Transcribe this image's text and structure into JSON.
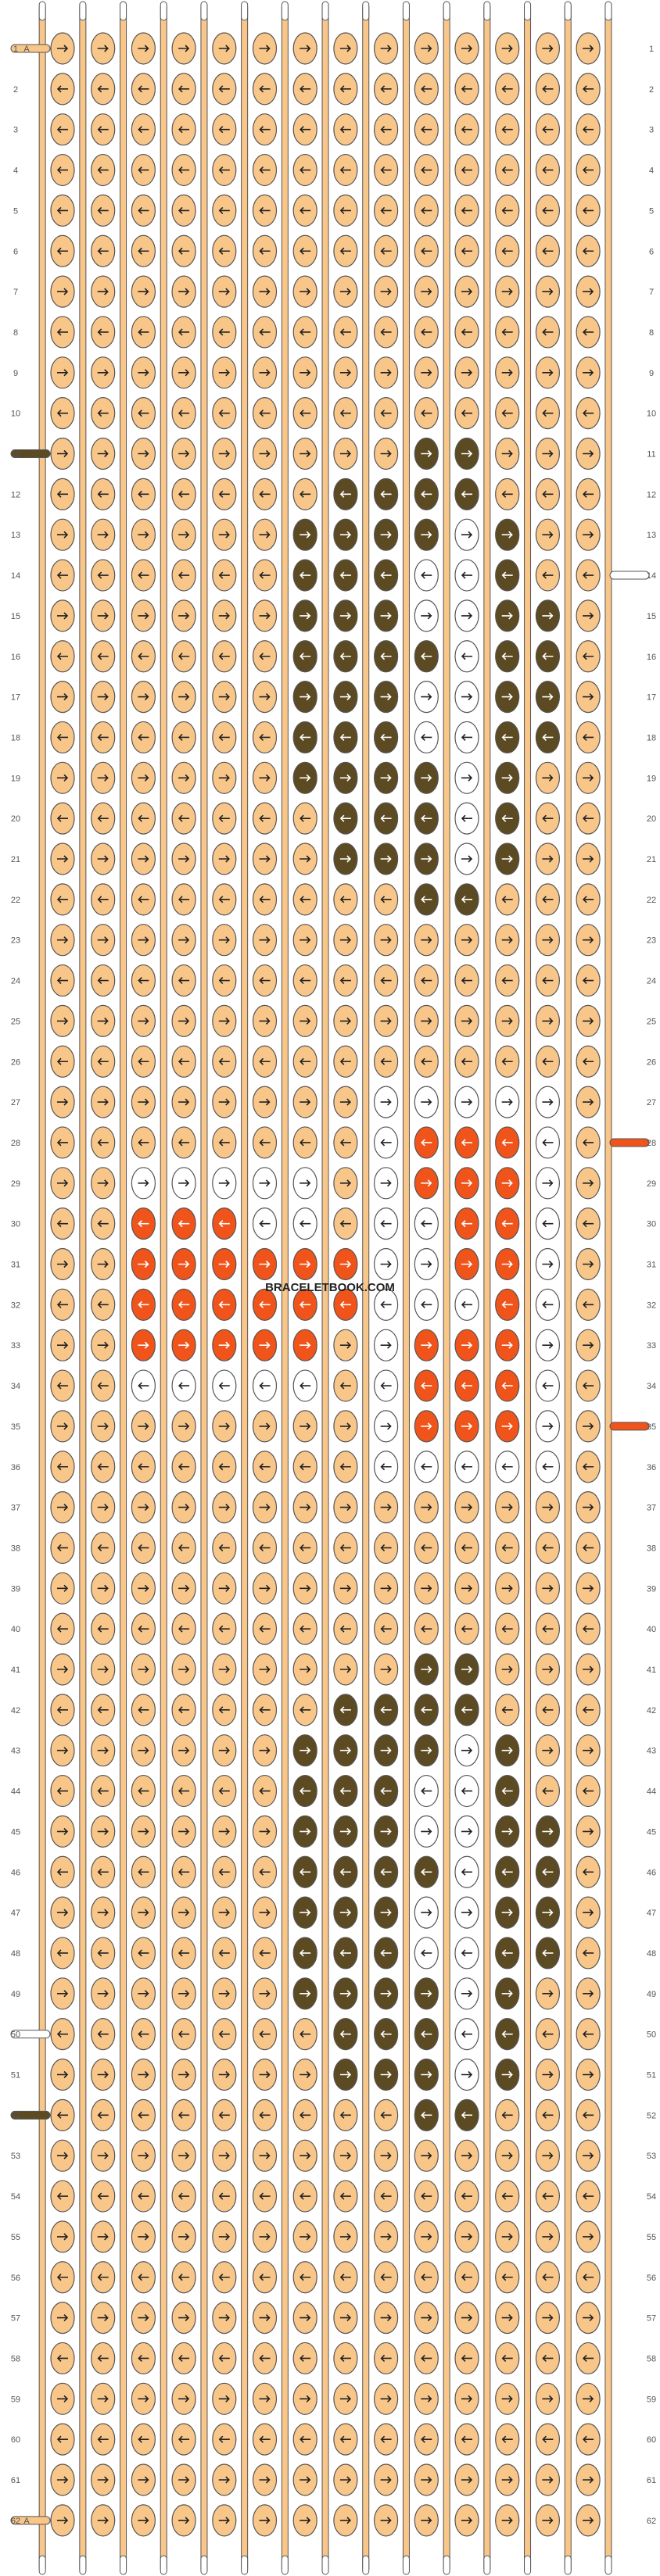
{
  "watermark": "BRACELETBOOK.COM",
  "pattern": {
    "rows": 62,
    "columns": 14,
    "strings": 15,
    "row_labels": [
      "1",
      "2",
      "3",
      "4",
      "5",
      "6",
      "7",
      "8",
      "9",
      "10",
      "11",
      "12",
      "13",
      "14",
      "15",
      "16",
      "17",
      "18",
      "19",
      "20",
      "21",
      "22",
      "23",
      "24",
      "25",
      "26",
      "27",
      "28",
      "29",
      "30",
      "31",
      "32",
      "33",
      "34",
      "35",
      "36",
      "37",
      "38",
      "39",
      "40",
      "41",
      "42",
      "43",
      "44",
      "45",
      "46",
      "47",
      "48",
      "49",
      "50",
      "51",
      "52",
      "53",
      "54",
      "55",
      "56",
      "57",
      "58",
      "59",
      "60",
      "61",
      "62"
    ],
    "string_labels_left": {
      "row_1": "A",
      "row_62": "A"
    },
    "colors": {
      "background_string": "#f9c68a",
      "dark_brown": "#5c4a22",
      "white": "#ffffff",
      "orange": "#f0541a",
      "outline": "#555555"
    },
    "knot_grid_legend": "0 = peach, 1 = dark brown, 2 = white, 3 = orange",
    "knot_colors": [
      "00000000000000",
      "00000000000000",
      "00000000000000",
      "00000000000000",
      "00000000000000",
      "00000000000000",
      "00000000000000",
      "00000000000000",
      "00000000000000",
      "00000000000000",
      "00000000011000",
      "00000001111000",
      "00000011112100",
      "00000011122100",
      "00000011122110",
      "00000011112110",
      "00000011122110",
      "00000011122110",
      "00000011112100",
      "00000001112100",
      "00000001112100",
      "00000000011000",
      "00000000000000",
      "00000000000000",
      "00000000000000",
      "00000000000000",
      "00000000222220",
      "00000000233320",
      "00222220233320",
      "00333220223320",
      "00333333223320",
      "00333333222320",
      "00333330233320",
      "00222220233320",
      "00000000233320",
      "00000000222220",
      "00000000000000",
      "00000000000000",
      "00000000000000",
      "00000000000000",
      "00000000011000",
      "00000001111000",
      "00000011112100",
      "00000011122100",
      "00000011122110",
      "00000011112110",
      "00000011122110",
      "00000011122110",
      "00000011112100",
      "00000001112100",
      "00000001112100",
      "00000000011000",
      "00000000000000",
      "00000000000000",
      "00000000000000",
      "00000000000000",
      "00000000000000",
      "00000000000000",
      "00000000000000",
      "00000000000000",
      "00000000000000",
      "00000000000000"
    ],
    "knot_directions": [
      "RRRRRRRRRRRRRR",
      "LLLLLLLLLLLLLL",
      "LLLLLLLLLLLLLL",
      "LLLLLLLLLLLLLL",
      "LLLLLLLLLLLLLL",
      "LLLLLLLLLLLLLL",
      "RRRRRRRRRRRRRR",
      "LLLLLLLLLLLLLL",
      "RRRRRRRRRRRRRR",
      "LLLLLLLLLLLLLL",
      "RRRRRRRRRRRRRR",
      "LLLLLLLLLLLLLL",
      "RRRRRRRRRRRRRR",
      "LLLLLLLLLLLLLL",
      "RRRRRRRRRRRRRR",
      "LLLLLLLLLLLLLL",
      "RRRRRRRRRRRRRR",
      "LLLLLLLLLLLLLL",
      "RRRRRRRRRRRRRR",
      "LLLLLLLLLLLLLL",
      "RRRRRRRRRRRRRR",
      "LLLLLLLLLLLLLL",
      "RRRRRRRRRRRRRR",
      "LLLLLLLLLLLLLL",
      "RRRRRRRRRRRRRR",
      "LLLLLLLLLLLLLL",
      "RRRRRRRRRRRRRR",
      "LLLLLLLLLLLLLL",
      "RRRRRRRRRRRRRR",
      "LLLLLLLLLLLLLL",
      "RRRRRRRRRRRRRR",
      "LLLLLLLLLLLLLL",
      "RRRRRRRRRRRRRR",
      "LLLLLLLLLLLLLL",
      "RRRRRRRRRRRRRR",
      "LLLLLLLLLLLLLL",
      "RRRRRRRRRRRRRR",
      "LLLLLLLLLLLLLL",
      "RRRRRRRRRRRRRR",
      "LLLLLLLLLLLLLL",
      "RRRRRRRRRRRRRR",
      "LLLLLLLLLLLLLL",
      "RRRRRRRRRRRRRR",
      "LLLLLLLLLLLLLL",
      "RRRRRRRRRRRRRR",
      "LLLLLLLLLLLLLL",
      "RRRRRRRRRRRRRR",
      "LLLLLLLLLLLLLL",
      "RRRRRRRRRRRRRR",
      "LLLLLLLLLLLLLL",
      "RRRRRRRRRRRRRR",
      "LLLLLLLLLLLLLL",
      "RRRRRRRRRRRRRR",
      "LLLLLLLLLLLLLL",
      "RRRRRRRRRRRRRR",
      "LLLLLLLLLLLLLL",
      "RRRRRRRRRRRRRR",
      "LLLLLLLLLLLLLL",
      "RRRRRRRRRRRRRR",
      "LLLLLLLLLLLLLL",
      "RRRRRRRRRRRRRR",
      "RRRRRRRRRRRRRR"
    ],
    "side_strings": [
      {
        "side": "left",
        "row": 1,
        "color": "#f9c68a",
        "label": "A"
      },
      {
        "side": "left",
        "row": 11,
        "color": "#5c4a22",
        "label": ""
      },
      {
        "side": "right",
        "row": 14,
        "color": "#ffffff",
        "label": ""
      },
      {
        "side": "right",
        "row": 28,
        "color": "#f0541a",
        "label": ""
      },
      {
        "side": "right",
        "row": 35,
        "color": "#f0541a",
        "label": ""
      },
      {
        "side": "left",
        "row": 50,
        "color": "#ffffff",
        "label": ""
      },
      {
        "side": "left",
        "row": 52,
        "color": "#5c4a22",
        "label": ""
      },
      {
        "side": "left",
        "row": 62,
        "color": "#f9c68a",
        "label": "A"
      }
    ]
  }
}
